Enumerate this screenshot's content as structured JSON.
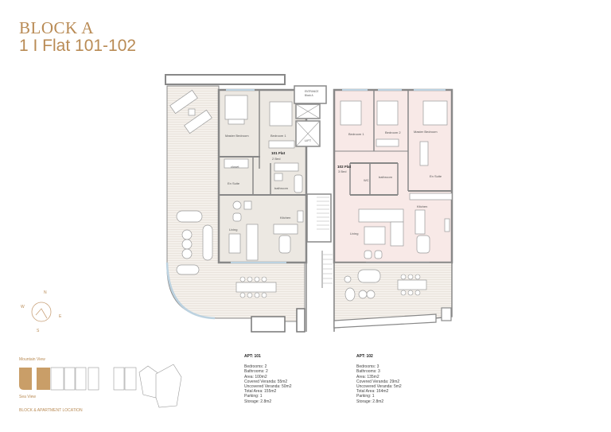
{
  "header": {
    "block": "BLOCK A",
    "subtitle": "1 I Flat 101-102"
  },
  "colors": {
    "accent": "#b98b55",
    "flat101_fill": "#ece8e2",
    "flat102_fill": "#f8e9e7",
    "wall": "#8a8a8a",
    "terrace": "#f3efea",
    "glass": "#bcd2e0"
  },
  "plan": {
    "entrance_label": "ENTRANCE",
    "entrance_sub": "Block A",
    "lift_label": "LIFT",
    "flat101": {
      "title": "101 Flat",
      "sub": "2 Bed",
      "rooms": [
        "Master Bedroom",
        "Bedroom 1",
        "closet",
        "En Suite",
        "bathroom",
        "Kitchen",
        "Living"
      ]
    },
    "flat102": {
      "title": "102 Flat",
      "sub": "3 Bed",
      "rooms": [
        "Bedroom 1",
        "Bedroom 2",
        "Master Bedroom",
        "WC",
        "bathroom",
        "En Suite",
        "Kitchen",
        "Living"
      ]
    }
  },
  "compass": {
    "n": "N",
    "e": "E",
    "s": "S",
    "w": "W"
  },
  "location": {
    "mountain_view": "Mountain View",
    "sea_view": "Sea View",
    "caption": "BLOCK & APARTMENT LOCATION"
  },
  "apartments": [
    {
      "heading": "APT: 101",
      "lines": [
        "Bedrooms: 2",
        "Bathrooms: 2",
        "Area: 100m2",
        "Covered Veranda: 55m2",
        "Uncovered Veranda: 50m2",
        "Total Area: 155m2",
        "Parking: 1",
        "Storage: 2.8m2"
      ]
    },
    {
      "heading": "APT: 102",
      "lines": [
        "Bedrooms: 3",
        "Bathrooms: 3",
        "Area: 135m2",
        "Covered Veranda: 29m2",
        "Uncovered Veranda: 5m2",
        "Total Area: 164m2",
        "Parking: 1",
        "Storage: 2.8m2"
      ]
    }
  ]
}
